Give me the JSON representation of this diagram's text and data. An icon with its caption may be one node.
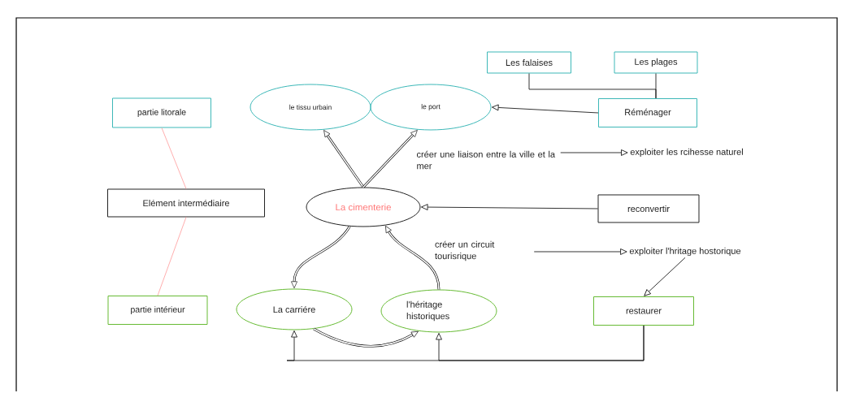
{
  "diagram": {
    "nodes": [
      {
        "text": [
          "Les falaises"
        ]
      },
      {
        "text": [
          "Les plages"
        ]
      },
      {
        "text": [
          "partie litorale"
        ]
      },
      {
        "text": [
          "le tissu urbain"
        ]
      },
      {
        "text": [
          "le port"
        ]
      },
      {
        "text": [
          "Réménager"
        ]
      },
      {
        "text": [
          "créer une liaison entre la ville et la mer"
        ]
      },
      {
        "text": [
          "exploiter les rcihesse naturel"
        ]
      },
      {
        "text": [
          "Elément intermédiaire"
        ]
      },
      {
        "text": [
          "La cimenterie"
        ]
      },
      {
        "text": [
          "reconvertir"
        ]
      },
      {
        "text": [
          "créer un circuit tourisrique"
        ]
      },
      {
        "text": [
          "exploiter l'hritage hostorique"
        ]
      },
      {
        "text": [
          "partie intérieur"
        ]
      },
      {
        "text": [
          "La carriére"
        ]
      },
      {
        "text": [
          "l'héritage historiques"
        ]
      },
      {
        "text": [
          "restaurer"
        ]
      }
    ],
    "edges": [
      {
        "from": 0,
        "to": 5,
        "arrow": "none"
      },
      {
        "from": 1,
        "to": 5,
        "arrow": "none"
      },
      {
        "from": 5,
        "to": 4,
        "arrow": "to"
      },
      {
        "from": 9,
        "to": 3,
        "arrow": "to",
        "style": "thick"
      },
      {
        "from": 9,
        "to": 4,
        "arrow": "to",
        "style": "thick"
      },
      {
        "from": 6,
        "to": 7,
        "arrow": "to"
      },
      {
        "from": 10,
        "to": 9,
        "arrow": "to"
      },
      {
        "from": 9,
        "to": 14,
        "arrow": "to",
        "style": "thick"
      },
      {
        "from": 14,
        "to": 15,
        "arrow": "to",
        "style": "thick"
      },
      {
        "from": 15,
        "to": 9,
        "arrow": "to",
        "style": "thick"
      },
      {
        "from": 11,
        "to": 12,
        "arrow": "to"
      },
      {
        "from": 12,
        "to": 16,
        "arrow": "to"
      },
      {
        "from": 16,
        "to": 14,
        "arrow": "to"
      },
      {
        "from": 16,
        "to": 15,
        "arrow": "to"
      },
      {
        "from": 2,
        "to": 8,
        "arrow": "none",
        "color": "#ff9999"
      },
      {
        "from": 8,
        "to": 13,
        "arrow": "none",
        "color": "#ff9999"
      }
    ]
  }
}
